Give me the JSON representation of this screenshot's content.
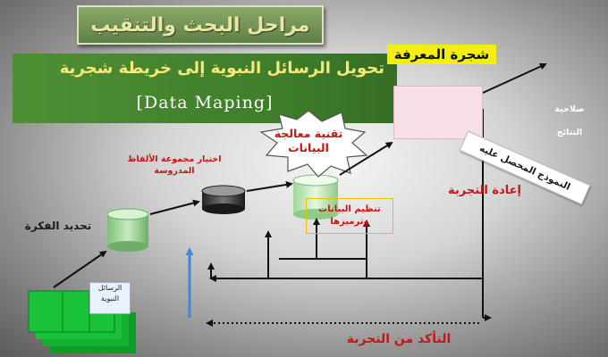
{
  "title": "مراحل البحث والتنقيب",
  "banner": {
    "arabic": "تحويل الرسائل النبوية إلى خريطة شجرية",
    "english": "[Data Maping]"
  },
  "nodes": {
    "knowledge_tree": "شجرة المعرفة",
    "data_processing": "تقنية معالجة البيانات",
    "select_words": "اختيار مجموعة الألفاظ المدروسة",
    "idea": "تحديد الفكرة",
    "organize_data": "تنظيم البيانات وترميزها",
    "prophetic_letters": "الرسائل النبوية",
    "resulting_model": "النموذج المحصل عليه",
    "repeat_experiment": "إعادة التجربة",
    "verify_experiment": "التأكد من التجربة",
    "results_validity": "صلاحية النتائج"
  },
  "colors": {
    "title_fill": "#6b8c4e",
    "title_text": "#e8e8a0",
    "banner_fill": "#428230",
    "banner_arabic_text": "#f7e97a",
    "tree_label_fill": "#f4ee10",
    "red_text": "#c21717",
    "green_blocks": "#19c238",
    "blue_arrow": "#3f8ad6"
  }
}
